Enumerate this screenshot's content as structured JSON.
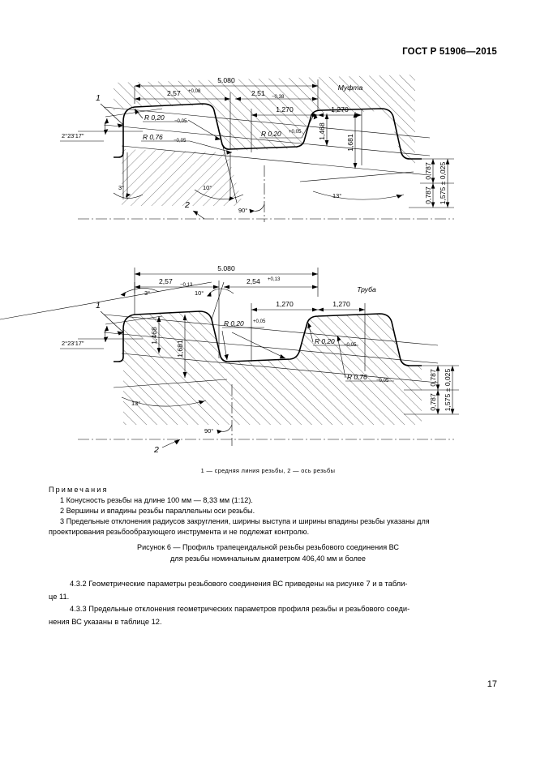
{
  "header": {
    "standard": "ГОСТ Р 51906—2015",
    "page_number": "17"
  },
  "figures": {
    "top": {
      "part_label": "Муфта",
      "marker_1": "1",
      "marker_2": "2",
      "overall": "5.080",
      "dim_left": "2,57",
      "dim_left_tol": "+0,08",
      "dim_right": "2,51",
      "dim_right_tol": "−0,38",
      "dim_p1": "1,270",
      "dim_p2": "1,270",
      "angle_taper": "2°23'17\"",
      "angle_3": "3°",
      "angle_10": "10°",
      "angle_13": "13°",
      "angle_90": "90°",
      "r_crest": "R 0,20",
      "r_crest_tol": "−0,05",
      "r_root": "R 0,76",
      "r_root_tol": "−0,05",
      "r_right": "R 0,20",
      "r_right_tol": "+0,05",
      "h_small": "1,468",
      "h_big": "1,681",
      "v1": "0,787",
      "v2": "0,787",
      "v3": "1,575 ± 0,025"
    },
    "bottom": {
      "part_label": "Труба",
      "marker_1": "1",
      "marker_2": "2",
      "overall": "5.080",
      "dim_left": "2,57",
      "dim_left_tol": "−0,13",
      "dim_right": "2,54",
      "dim_right_tol": "+0,13",
      "dim_p1": "1,270",
      "dim_p2": "1,270",
      "angle_taper": "2°23'17\"",
      "angle_3": "3°",
      "angle_10": "10°",
      "angle_13": "13°",
      "angle_90": "90°",
      "r_left": "R 0,20",
      "r_left_tol": "+0,05",
      "r_mid": "R 0,20",
      "r_mid_tol": "−0,05",
      "r_root": "R 0,76",
      "r_root_tol": "−0,05",
      "h_small": "1,468",
      "h_big": "1,681",
      "v1": "0,787",
      "v2": "0,787",
      "v3": "1,575 ± 0,025"
    }
  },
  "legend": "1 —  средняя линия резьбы,  2 —  ось резьбы",
  "notes": {
    "heading": "Примечания",
    "items": [
      "1 Конусность резьбы на длине 100 мм — 8,33 мм (1:12).",
      "2 Вершины и впадины резьбы параллельны оси резьбы.",
      "3 Предельные отклонения радиусов закругления, ширины выступа и ширины впадины резьбы указаны для",
      "проектирования резьбообразующего инструмента и не подлежат контролю."
    ]
  },
  "caption": {
    "line1": "Рисунок 6 — Профиль трапецеидальной резьбы резьбового соединения ВС",
    "line2": "для резьбы номинальным диаметром 406,40 мм и более"
  },
  "body": {
    "p1_line1": "4.3.2 Геометрические параметры резьбового соединения ВС приведены на рисунке 7 и в табли-",
    "p1_line2": "це 11.",
    "p2_line1": "4.3.3 Предельные отклонения геометрических параметров профиля резьбы и резьбового соеди-",
    "p2_line2": "нения ВС указаны в таблице 12."
  }
}
